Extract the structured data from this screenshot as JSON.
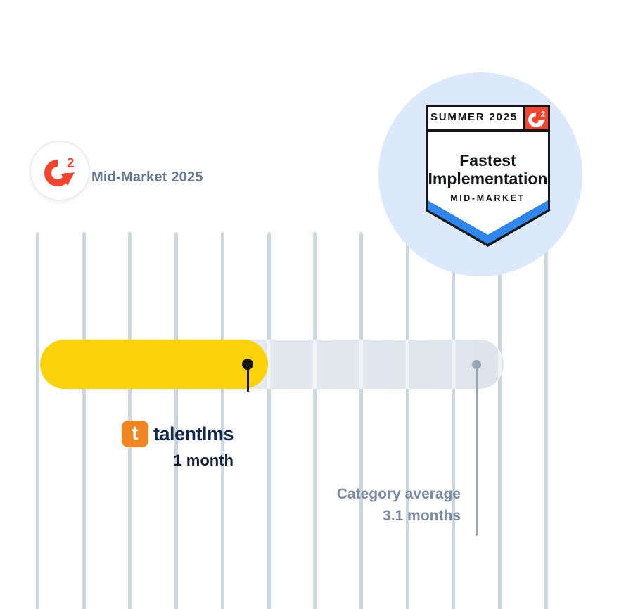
{
  "attribution": {
    "label": "Mid-Market 2025"
  },
  "badge": {
    "season": "SUMMER 2025",
    "award_line1": "Fastest",
    "award_line2": "Implementation",
    "segment": "MID-MARKET",
    "accent_blue": "#2f87ee",
    "g2_red": "#f4442e",
    "halo_color": "#dbe9fb"
  },
  "vendor": {
    "name": "TalentLMS",
    "wordmark": "talentlms",
    "icon_letter": "t",
    "value_label": "1 month",
    "bar_color": "#fcd30b",
    "marker_color": "#15161a"
  },
  "comparison": {
    "name": "Category average",
    "value_label": "3.1 months",
    "bar_color": "#e3e9ef",
    "marker_color": "#97a5b4"
  },
  "chart_data": {
    "type": "bar",
    "orientation": "horizontal",
    "title": "Fastest Implementation",
    "badge_text": "G2 Summer 2025 Mid-Market",
    "unit": "months",
    "categories": [
      "TalentLMS",
      "Category average"
    ],
    "values": [
      1,
      3.1
    ],
    "value_labels": [
      "1 month",
      "3.1 months"
    ],
    "xlim": [
      0,
      3.7
    ],
    "grid": true,
    "legend_position": "none",
    "gridline_color": "#cfd7de"
  }
}
